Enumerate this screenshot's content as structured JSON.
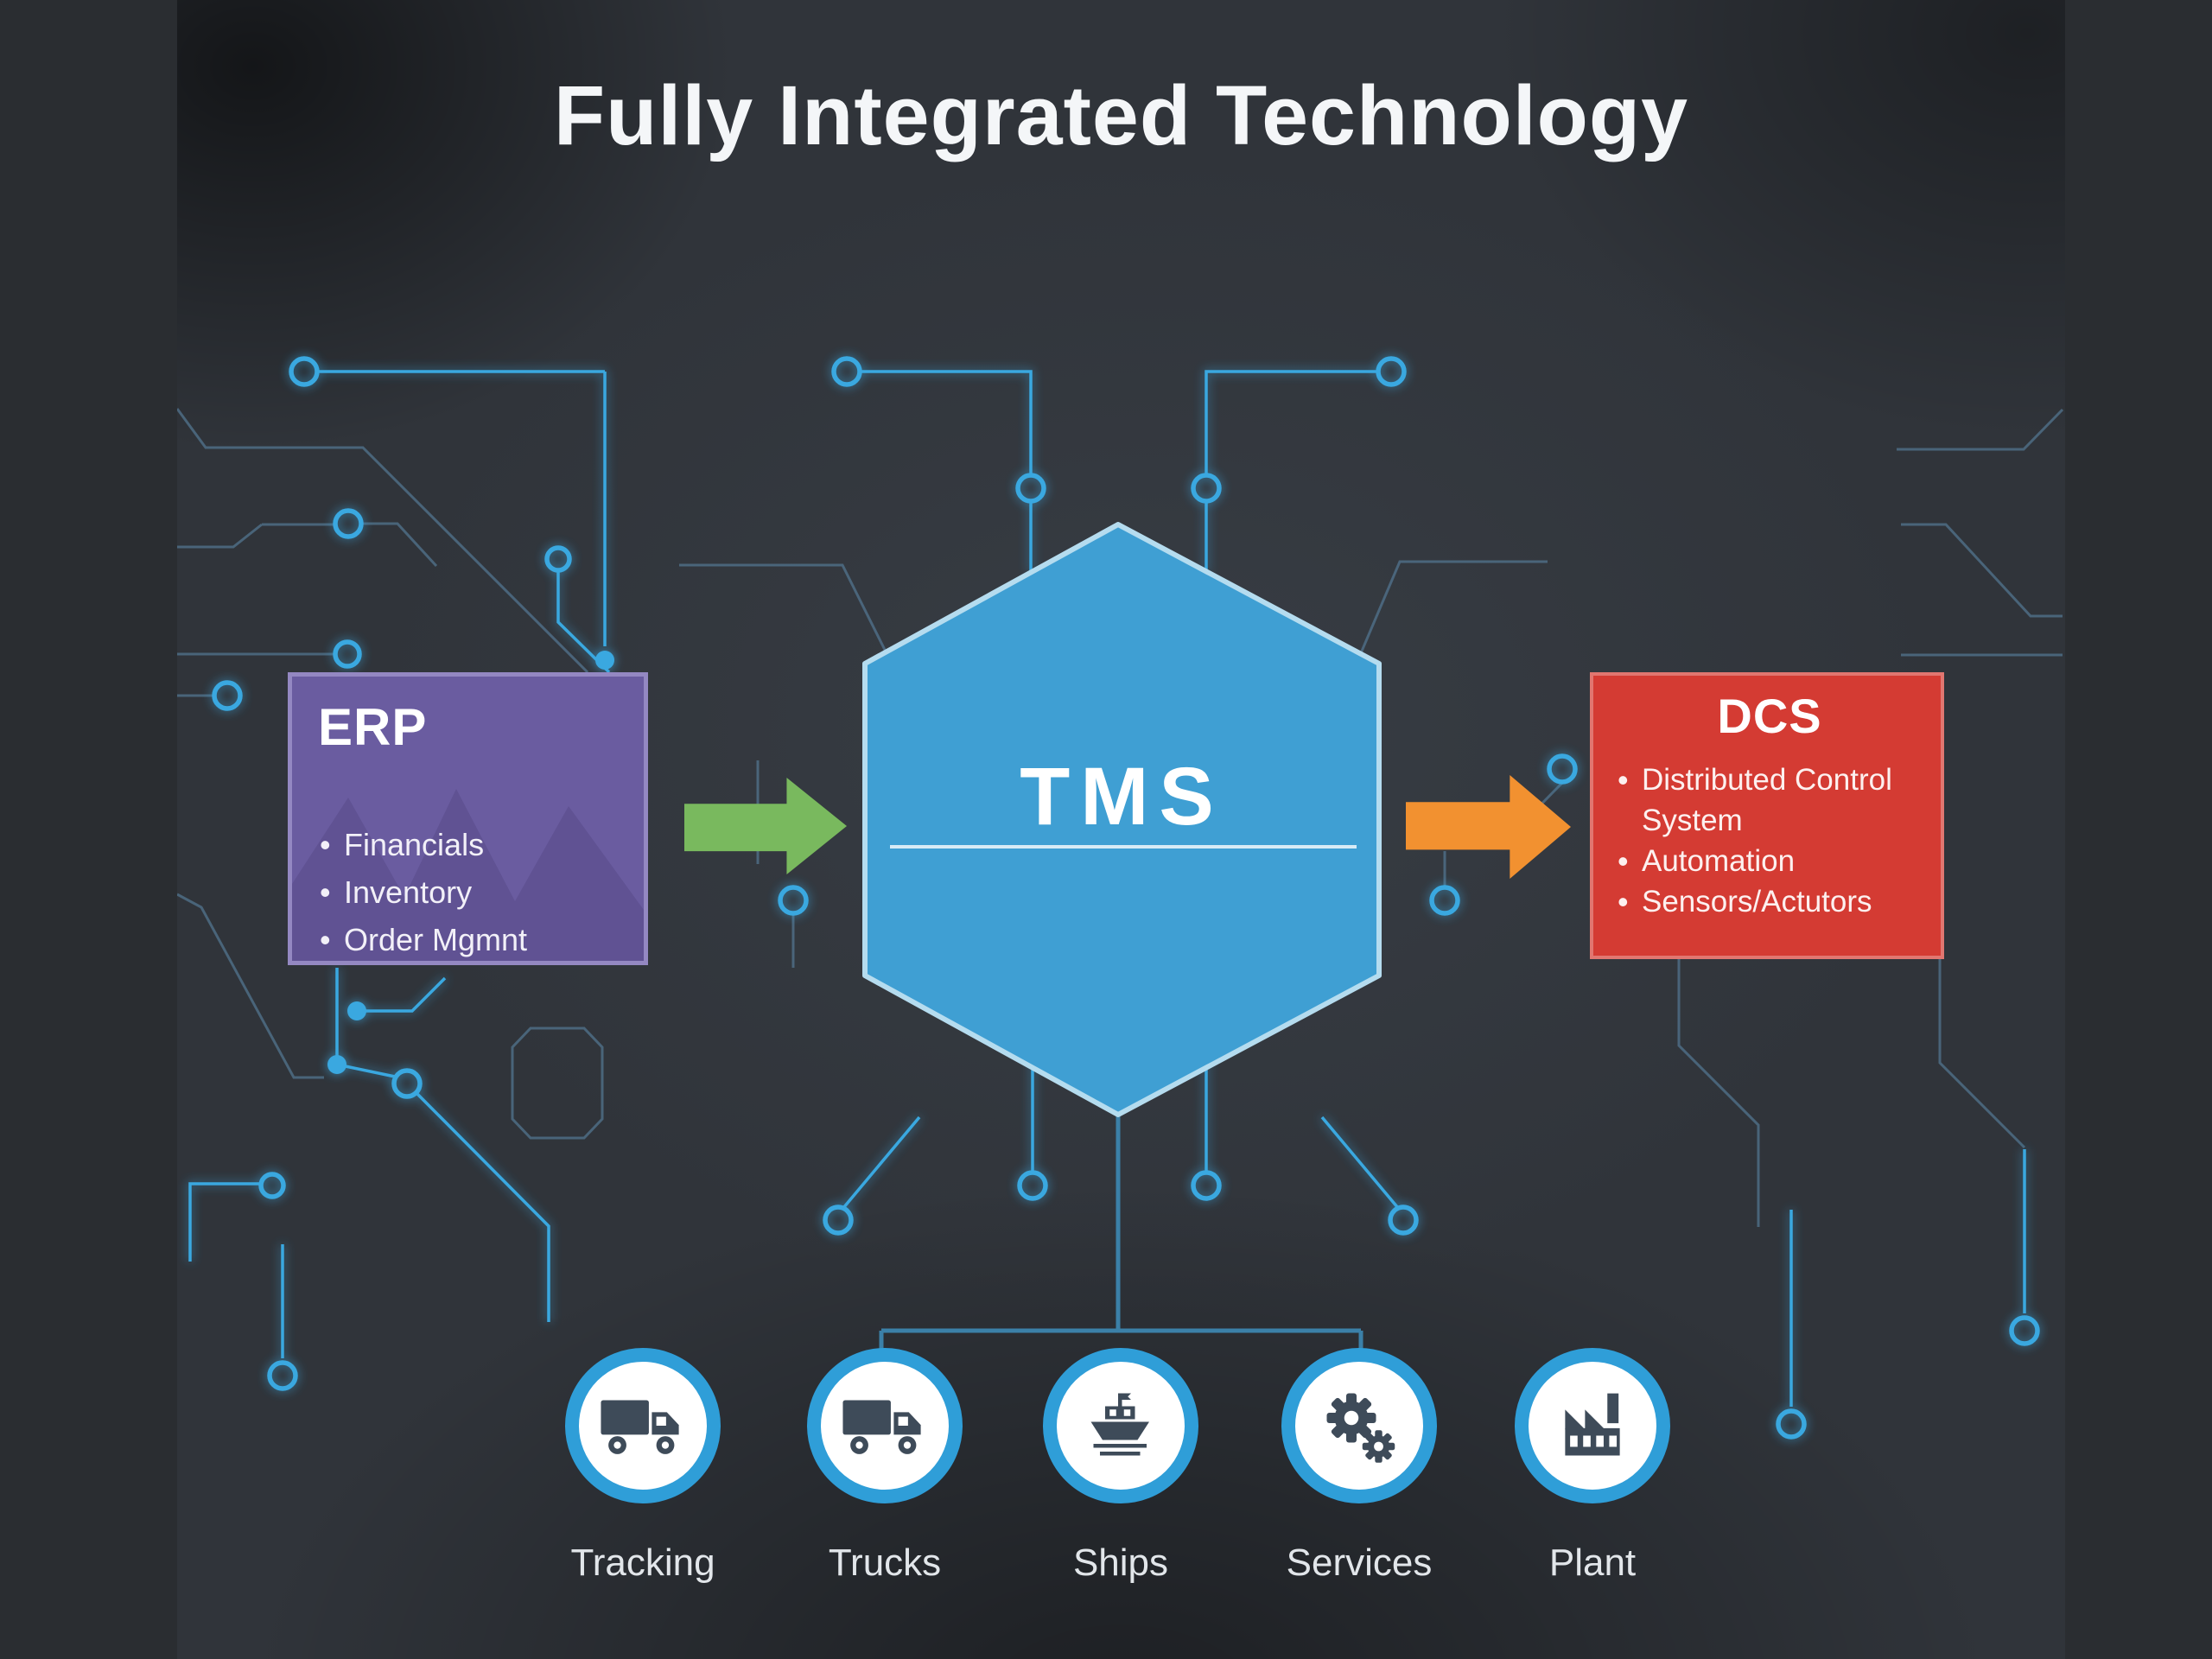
{
  "title": "Fully Integrated Technology",
  "colors": {
    "background": "#2a2d31",
    "erp_box": "#6a5ca0",
    "dcs_box": "#d43b33",
    "hexagon": "#3f9fd3",
    "arrow_left": "#79b95e",
    "arrow_right": "#f29130",
    "circuit_bright": "#3aa8e0",
    "circuit_dim": "#50708a",
    "icon_ring": "#2f9ed8"
  },
  "erp": {
    "title": "ERP",
    "items": [
      "Financials",
      "Inventory",
      "Order Mgmnt"
    ]
  },
  "tms": {
    "label": "TMS"
  },
  "dcs": {
    "title": "DCS",
    "items": [
      "Distributed Control System",
      "Automation",
      "Sensors/Actutors"
    ]
  },
  "nodes": [
    {
      "label": "Tracking",
      "icon": "truck-icon"
    },
    {
      "label": "Trucks",
      "icon": "truck-icon"
    },
    {
      "label": "Ships",
      "icon": "ship-icon"
    },
    {
      "label": "Services",
      "icon": "gears-icon"
    },
    {
      "label": "Plant",
      "icon": "factory-icon"
    }
  ]
}
